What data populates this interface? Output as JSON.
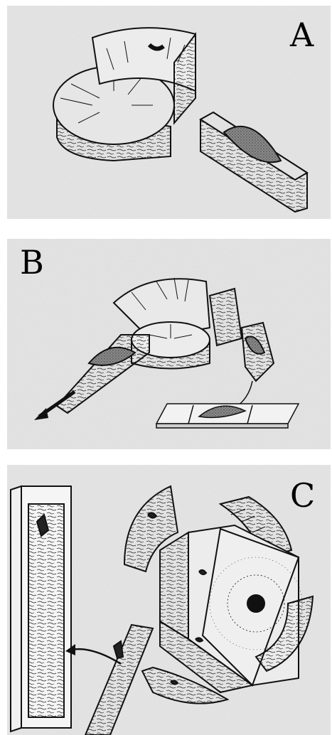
{
  "panels": [
    {
      "id": "A",
      "label": "A"
    },
    {
      "id": "B",
      "label": "B"
    },
    {
      "id": "C",
      "label": "C"
    }
  ],
  "colors": {
    "paper": "#dcdcdc",
    "ink": "#111111",
    "tumor": "#6f6f6f",
    "slide": "#f2f2f2"
  }
}
